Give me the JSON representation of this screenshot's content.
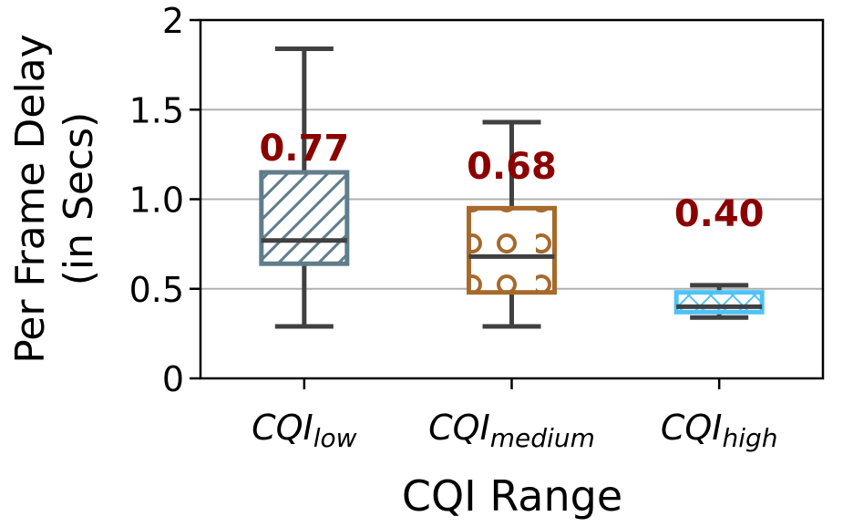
{
  "chart_data": {
    "type": "box",
    "xlabel": "CQI Range",
    "ylabel_lines": [
      "Per Frame Delay",
      "(in Secs)"
    ],
    "ylim": [
      0,
      2
    ],
    "yticks": [
      {
        "value": 0,
        "label": "0"
      },
      {
        "value": 0.5,
        "label": "0.5"
      },
      {
        "value": 1.0,
        "label": "1.0"
      },
      {
        "value": 1.5,
        "label": "1.5"
      },
      {
        "value": 2,
        "label": "2"
      }
    ],
    "grid": "horizontal at 0.5, 1.0, 1.5",
    "categories": [
      {
        "base": "CQI",
        "sub": "low"
      },
      {
        "base": "CQI",
        "sub": "medium"
      },
      {
        "base": "CQI",
        "sub": "high"
      }
    ],
    "boxes": [
      {
        "whisker_low": 0.29,
        "q1": 0.64,
        "median": 0.77,
        "q3": 1.15,
        "whisker_high": 1.84,
        "label": "0.77",
        "color": "#607d8b",
        "hatch": "diagonal"
      },
      {
        "whisker_low": 0.29,
        "q1": 0.48,
        "median": 0.68,
        "q3": 0.95,
        "whisker_high": 1.43,
        "label": "0.68",
        "color": "#a66a2c",
        "hatch": "circles"
      },
      {
        "whisker_low": 0.34,
        "q1": 0.37,
        "median": 0.4,
        "q3": 0.48,
        "whisker_high": 0.52,
        "label": "0.40",
        "color": "#4fc3f7",
        "hatch": "crosses"
      }
    ],
    "label_color": "#8b0000",
    "line_color": "#404040",
    "grid_color": "#b0b0b0"
  }
}
